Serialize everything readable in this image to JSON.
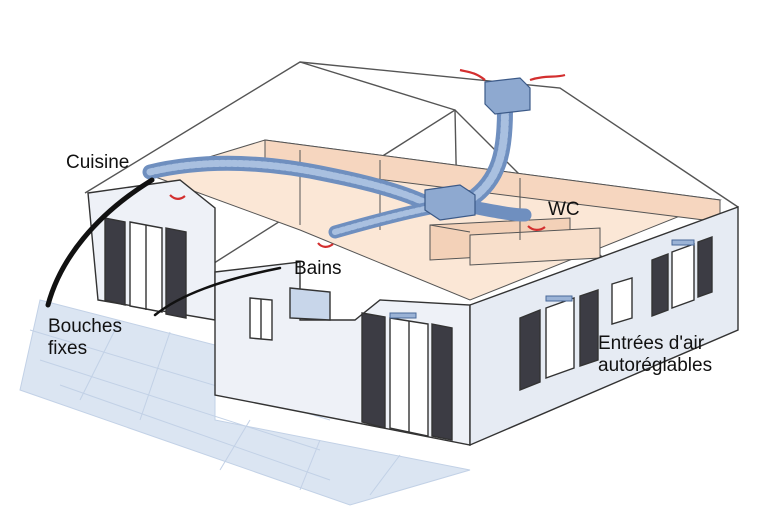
{
  "labels": {
    "cuisine": "Cuisine",
    "wc": "WC",
    "bains": "Bains",
    "bouches_line1": "Bouches",
    "bouches_line2": "fixes",
    "entrees_line1": "Entrées d'air",
    "entrees_line2": "autoréglables"
  },
  "colors": {
    "duct": "#7f9fc8",
    "interior": "#f6dcc8",
    "wall": "#eef1f6",
    "outline": "#2b2b2b",
    "airflow": "#d32f2f",
    "floor_tiles": "#d7e2f0"
  }
}
